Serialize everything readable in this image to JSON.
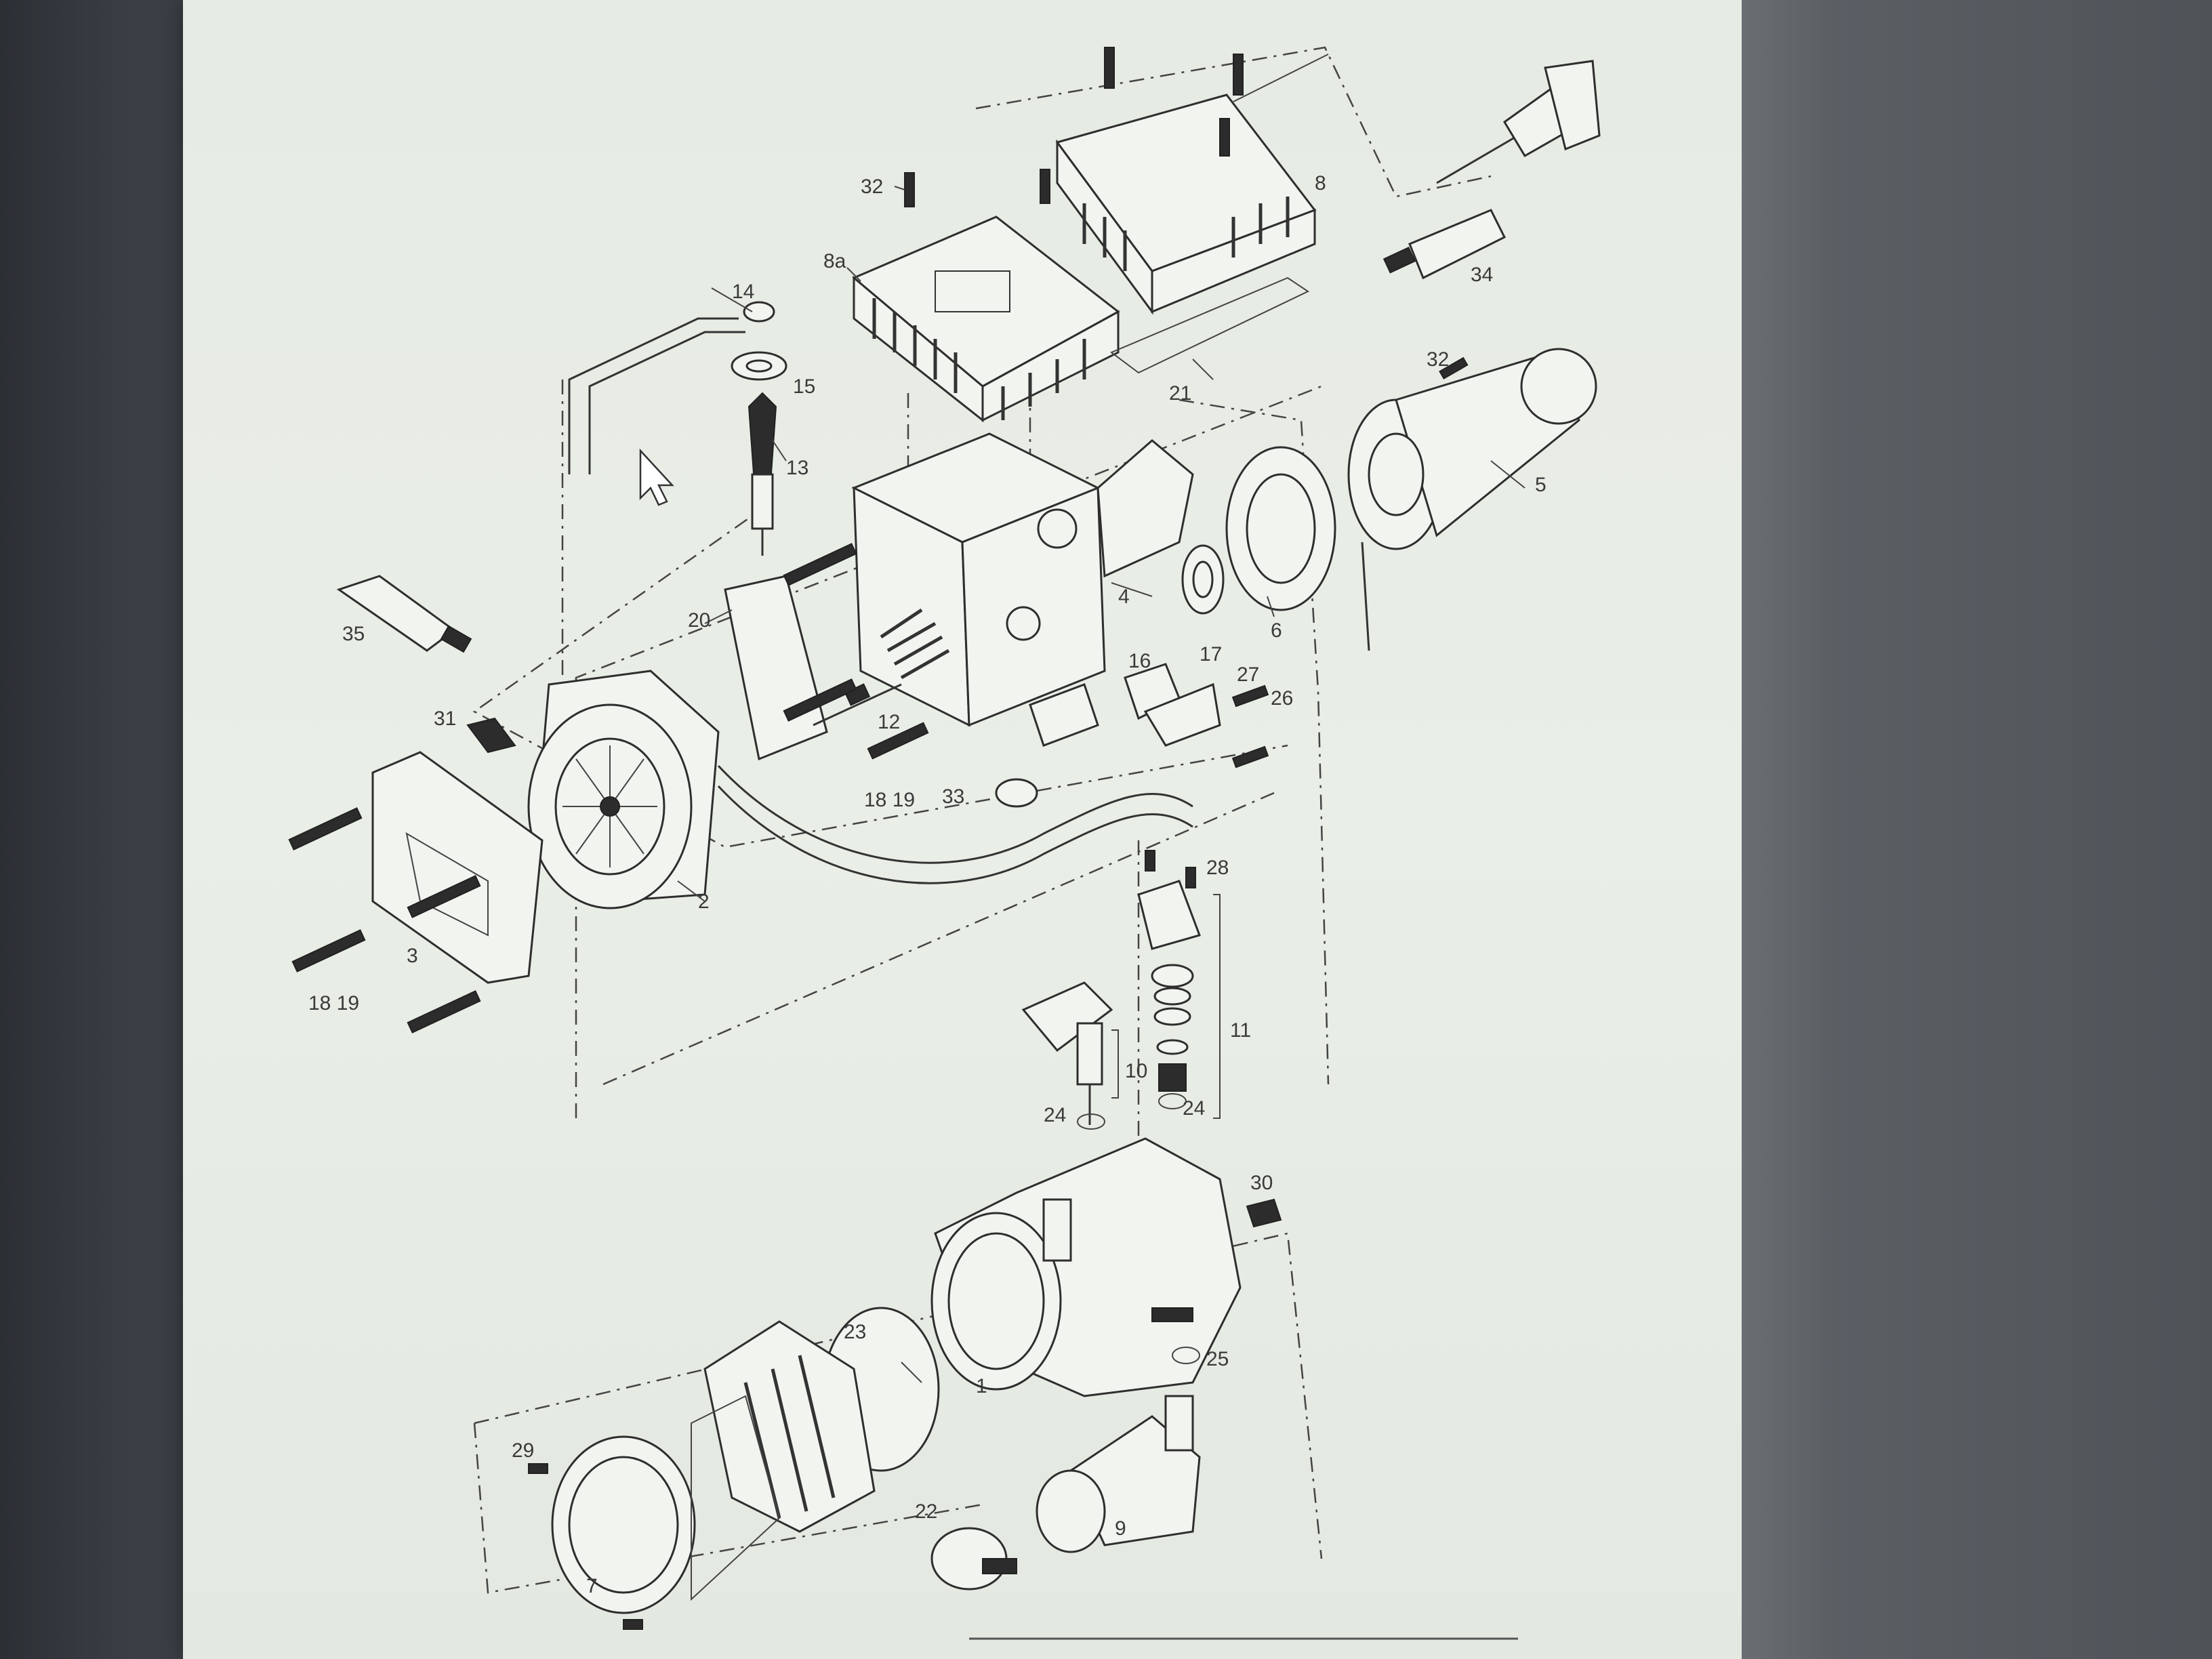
{
  "labels": {
    "l1": "1",
    "l2": "2",
    "l3": "3",
    "l4": "4",
    "l5": "5",
    "l6": "6",
    "l7": "7",
    "l8": "8",
    "l8a": "8a",
    "l9": "9",
    "l10": "10",
    "l11": "11",
    "l12": "12",
    "l13": "13",
    "l14": "14",
    "l15": "15",
    "l16": "16",
    "l17": "17",
    "l18_19_a": "18 19",
    "l18_19_b": "18 19",
    "l20": "20",
    "l21": "21",
    "l22": "22",
    "l23": "23",
    "l24_a": "24",
    "l24_b": "24",
    "l25": "25",
    "l26": "26",
    "l27": "27",
    "l28": "28",
    "l29": "29",
    "l30": "30",
    "l31": "31",
    "l32_a": "32",
    "l32_b": "32",
    "l33": "33",
    "l34": "34",
    "l35": "35"
  },
  "icons": {
    "cursor": "arrow-cursor-icon"
  },
  "colors": {
    "paper": "#e8ede6",
    "ink": "#2e2e2e",
    "background": "#3a3e44"
  }
}
